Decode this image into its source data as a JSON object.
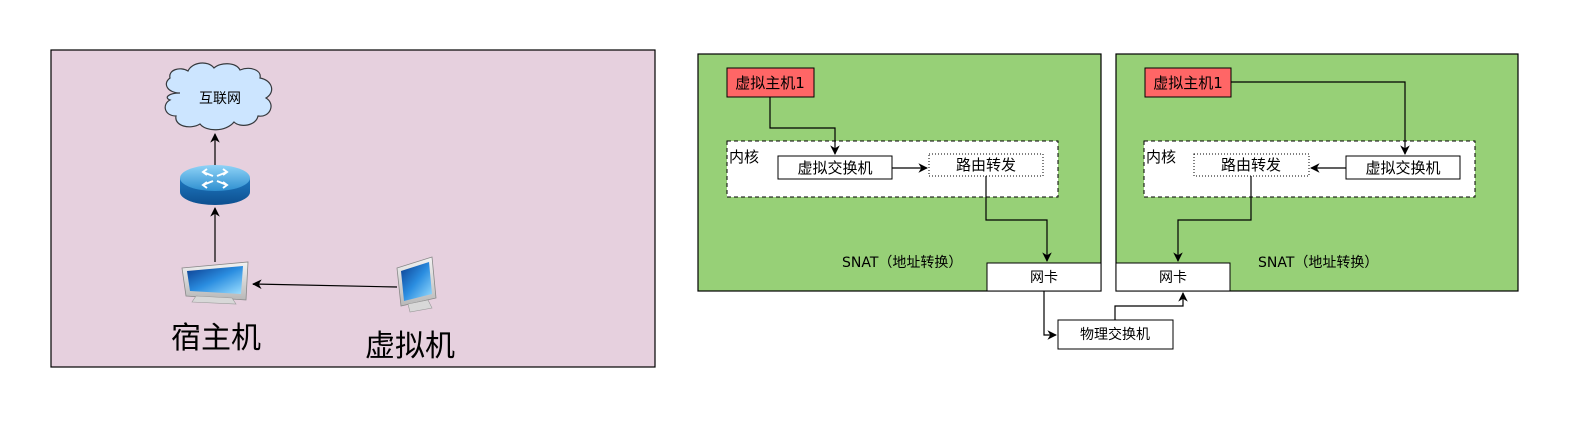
{
  "left_panel": {
    "background": "#e6d0de",
    "internet_label": "互联网",
    "host_label": "宿主机",
    "vm_label": "虚拟机"
  },
  "right_panels": {
    "background": "#97d077",
    "vm_box_color": "#ff6666",
    "panel1": {
      "vm_label": "虚拟主机1",
      "kernel_label": "内核",
      "vswitch_label": "虚拟交换机",
      "routing_label": "路由转发",
      "snat_label": "SNAT（地址转换）",
      "nic_label": "网卡"
    },
    "panel2": {
      "vm_label": "虚拟主机1",
      "kernel_label": "内核",
      "vswitch_label": "虚拟交换机",
      "routing_label": "路由转发",
      "snat_label": "SNAT（地址转换）",
      "nic_label": "网卡"
    },
    "physical_switch_label": "物理交换机"
  },
  "icons": [
    "cloud-icon",
    "router-icon",
    "monitor-icon"
  ]
}
